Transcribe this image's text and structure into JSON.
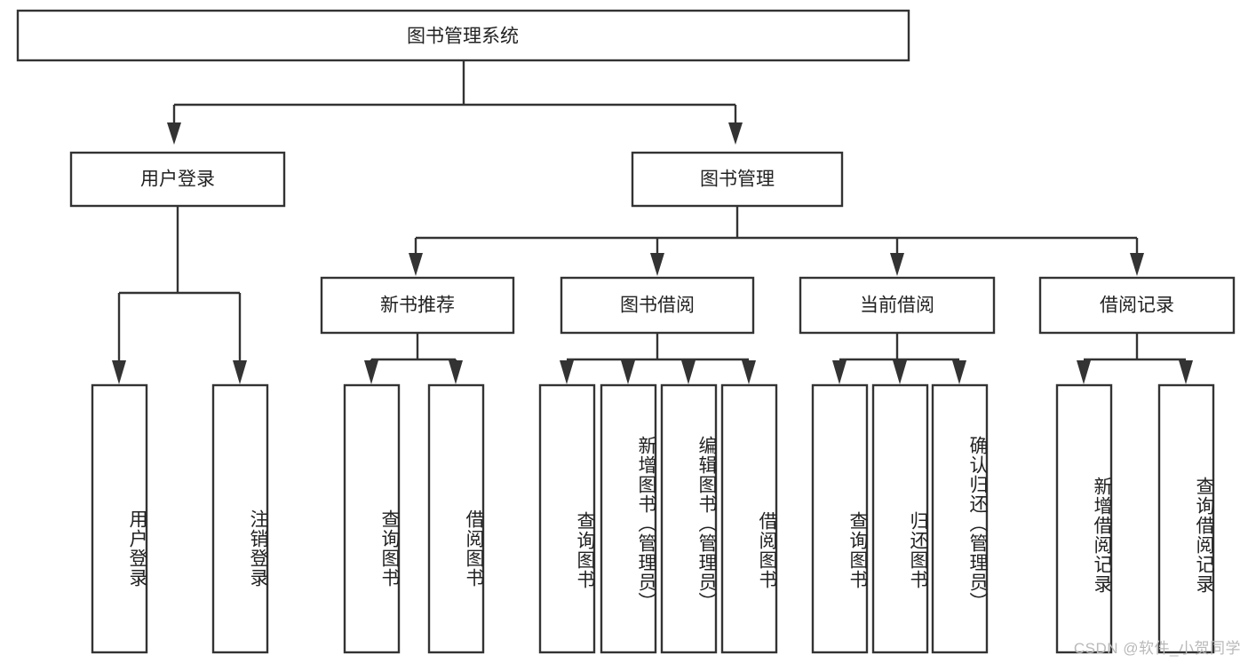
{
  "diagram": {
    "title": "图书管理系统",
    "type": "tree-hierarchy",
    "root": {
      "label": "图书管理系统"
    },
    "level2": [
      {
        "label": "用户登录"
      },
      {
        "label": "图书管理"
      }
    ],
    "level3": [
      {
        "label": "新书推荐"
      },
      {
        "label": "图书借阅"
      },
      {
        "label": "当前借阅"
      },
      {
        "label": "借阅记录"
      }
    ],
    "leaves": {
      "user_login": [
        {
          "label": "用户登录"
        },
        {
          "label": "注销登录"
        }
      ],
      "new_book_recommend": [
        {
          "label": "查询图书"
        },
        {
          "label": "借阅图书"
        }
      ],
      "book_borrow": [
        {
          "label": "查询图书"
        },
        {
          "label": "新增图书（管理员）"
        },
        {
          "label": "编辑图书（管理员）"
        },
        {
          "label": "借阅图书"
        }
      ],
      "current_borrow": [
        {
          "label": "查询图书"
        },
        {
          "label": "归还图书"
        },
        {
          "label": "确认归还（管理员）"
        }
      ],
      "borrow_record": [
        {
          "label": "新增借阅记录"
        },
        {
          "label": "查询借阅记录"
        }
      ]
    }
  },
  "watermark": {
    "text": "CSDN @软件_小贺同学"
  },
  "colors": {
    "stroke": "#333333",
    "fill": "#ffffff",
    "text": "#222222",
    "watermark": "#b9b9b9"
  }
}
